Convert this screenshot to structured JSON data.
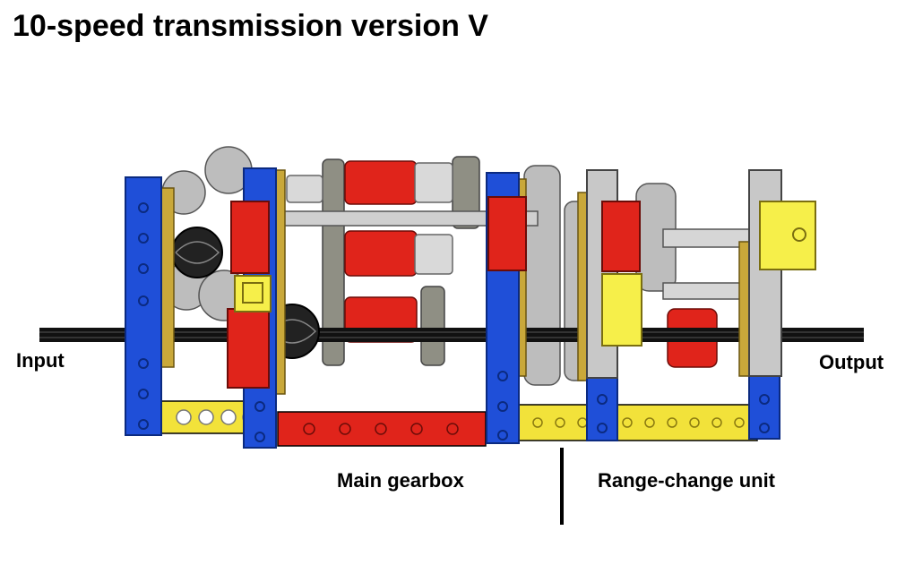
{
  "header": {
    "title": "10-speed transmission version V"
  },
  "labels": {
    "input": "Input",
    "output": "Output",
    "main_gearbox": "Main gearbox",
    "range_change_unit": "Range-change unit"
  },
  "colors": {
    "beam_blue": "#1f4fd8",
    "beam_yellow": "#f2e23a",
    "beam_red": "#e0241b",
    "beam_grey": "#c8c8c8",
    "gear_grey": "#a8a8a8",
    "gear_dark": "#6e6e64",
    "axle_black": "#111111",
    "tan": "#c9a83a"
  }
}
